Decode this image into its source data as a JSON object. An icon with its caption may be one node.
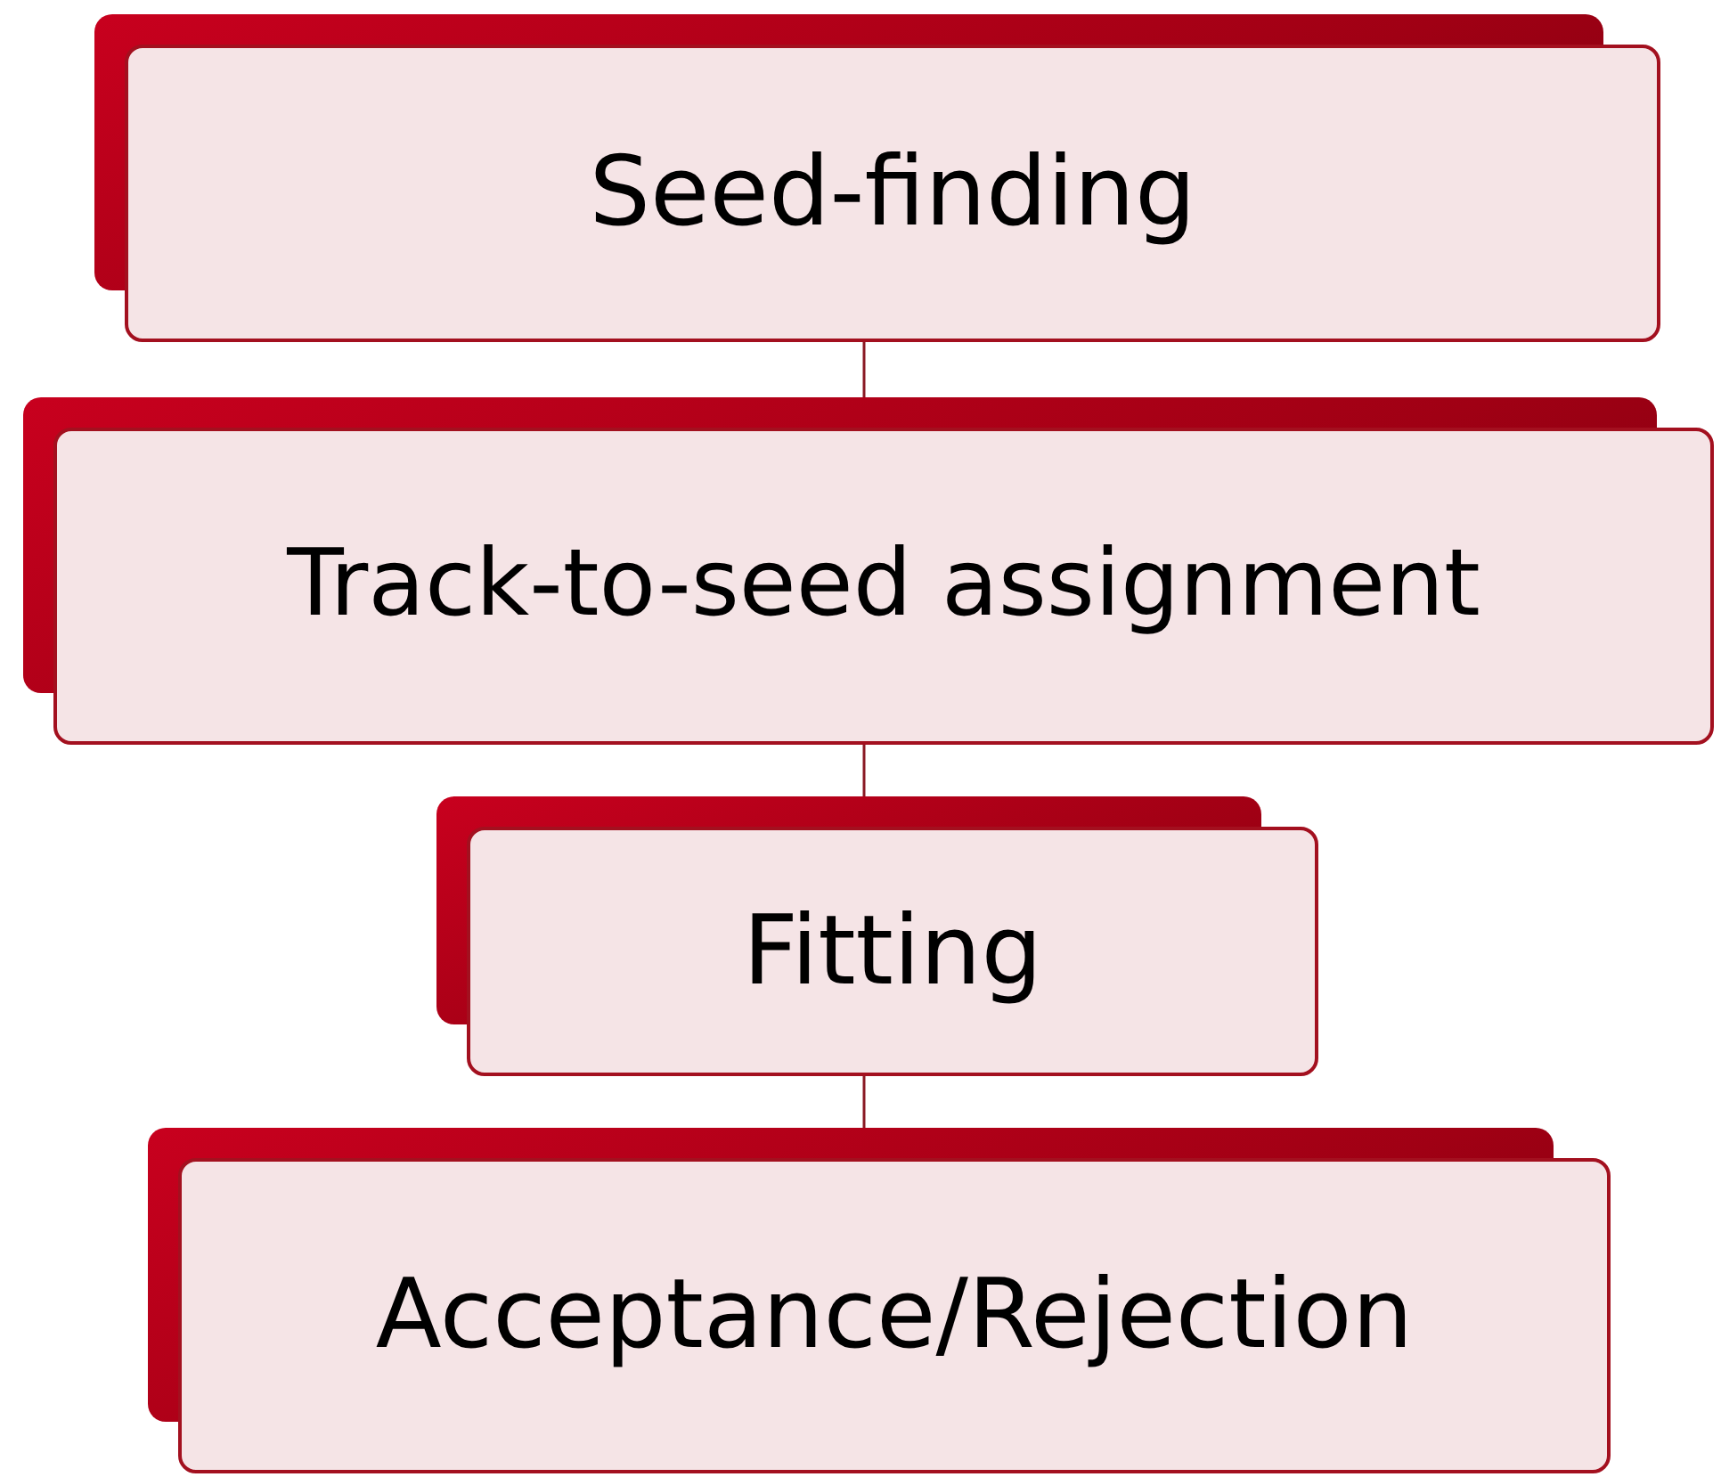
{
  "diagram": {
    "nodes": [
      {
        "text": [
          "Seed-finding"
        ]
      },
      {
        "text": [
          "Track-to-seed assignment"
        ]
      },
      {
        "text": [
          "Fitting"
        ]
      },
      {
        "text": [
          "Acceptance/Rejection"
        ]
      }
    ],
    "edges": [
      {
        "from": 0,
        "to": 1,
        "arrow": "none"
      },
      {
        "from": 1,
        "to": 2,
        "arrow": "none"
      },
      {
        "from": 2,
        "to": 3,
        "arrow": "none"
      }
    ]
  }
}
